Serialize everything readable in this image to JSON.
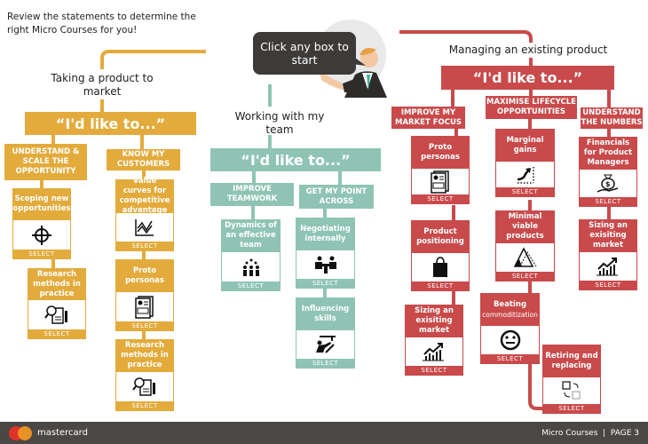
{
  "intro": "Review the statements to determine the right Micro Courses for you!",
  "bubble": "Click any box to start",
  "select_label": "SELECT",
  "colors": {
    "market": "#e3ab3c",
    "team": "#8fc4b5",
    "existing": "#c94a4b",
    "footer": "#4a4744"
  },
  "sections": {
    "market": {
      "title": "Taking a product to market",
      "like": "“I'd like to...”",
      "categories": [
        {
          "label": "UNDERSTAND & SCALE THE OPPORTUNITY",
          "courses": [
            {
              "title": "Scoping new opportunities",
              "icon": "crosshair-icon"
            },
            {
              "title": "Research methods in practice",
              "icon": "research-document-icon"
            }
          ]
        },
        {
          "label": "KNOW MY CUSTOMERS",
          "courses": [
            {
              "title": "Value curves for competitive advantage",
              "icon": "line-chart-icon"
            },
            {
              "title": "Proto personas",
              "icon": "persona-card-icon"
            },
            {
              "title": "Research methods in practice",
              "icon": "research-document-icon"
            }
          ]
        }
      ]
    },
    "team": {
      "title": "Working with my team",
      "like": "“I'd like to...”",
      "categories": [
        {
          "label": "IMPROVE TEAMWORK",
          "courses": [
            {
              "title": "Dynamics of an effective team",
              "icon": "team-group-icon"
            }
          ]
        },
        {
          "label": "GET MY POINT ACROSS",
          "courses": [
            {
              "title": "Negotiating internally",
              "icon": "meeting-table-icon"
            },
            {
              "title": "Influencing skills",
              "icon": "presenter-icon"
            }
          ]
        }
      ]
    },
    "existing": {
      "title": "Managing an existing product",
      "like": "“I'd like to...”",
      "categories": [
        {
          "label": "IMPROVE MY MARKET FOCUS",
          "courses": [
            {
              "title": "Proto personas",
              "icon": "persona-card-icon"
            },
            {
              "title": "Product positioning",
              "icon": "shopping-bag-icon"
            },
            {
              "title": "Sizing an exisiting market",
              "icon": "growth-chart-icon"
            }
          ]
        },
        {
          "label": "MAXIMISE LIFECYCLE OPPORTUNITIES",
          "courses": [
            {
              "title": "Marginal gains",
              "icon": "rising-arrow-icon"
            },
            {
              "title": "Minimal viable products",
              "icon": "pyramid-icon"
            },
            {
              "title": "Beating",
              "subtitle": "commoditization",
              "icon": "neutral-face-icon"
            },
            {
              "title": "Retiring and replacing",
              "icon": "swap-icon"
            }
          ]
        },
        {
          "label": "UNDERSTAND THE NUMBERS",
          "courses": [
            {
              "title": "Financials for Product Managers",
              "icon": "money-bag-hand-icon"
            },
            {
              "title": "Sizing an exisiting market",
              "icon": "growth-chart-icon"
            }
          ]
        }
      ]
    }
  },
  "footer": {
    "brand": "mastercard",
    "page": "Micro Courses  |  PAGE 3"
  }
}
